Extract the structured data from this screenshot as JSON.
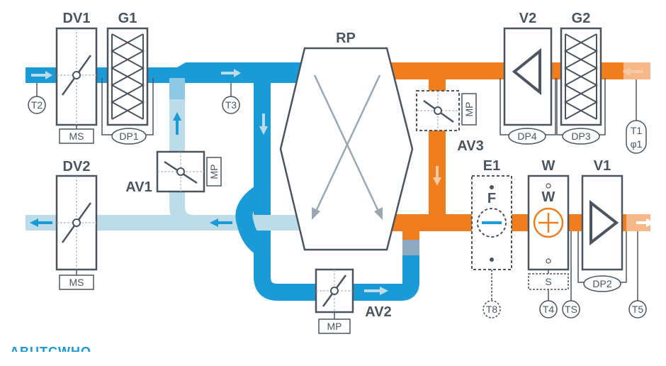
{
  "colors": {
    "supply_blue": "#1a9bd7",
    "light_blue": "#bcdcea",
    "mid_blue": "#8fc8e2",
    "exhaust_orange": "#f07d1e",
    "light_orange": "#f7b889",
    "grey": "#4a5561",
    "arrow_grey": "#9aa8b4"
  },
  "units": {
    "dv1": "DV1",
    "g1": "G1",
    "rp": "RP",
    "v2": "V2",
    "g2": "G2",
    "dv2": "DV2",
    "av1": "AV1",
    "av2": "AV2",
    "av3": "AV3",
    "e1": "E1",
    "w": "W",
    "v1": "V1"
  },
  "small_labels": {
    "ms_dv1": "MS",
    "ms_dv2": "MS",
    "mp_av1": "MP",
    "mp_av2": "MP",
    "mp_av3": "MP",
    "dp1": "DP1",
    "dp2": "DP2",
    "dp3": "DP3",
    "dp4": "DP4",
    "s": "S",
    "f": "F",
    "w_inner": "W"
  },
  "sensors": {
    "t2": "T2",
    "t3": "T3",
    "t1": "T1",
    "phi1": "φ1",
    "t8": "T8",
    "t4": "T4",
    "ts": "TS",
    "t5": "T5"
  },
  "footer": {
    "logo_text": "ABUTCWHO"
  }
}
